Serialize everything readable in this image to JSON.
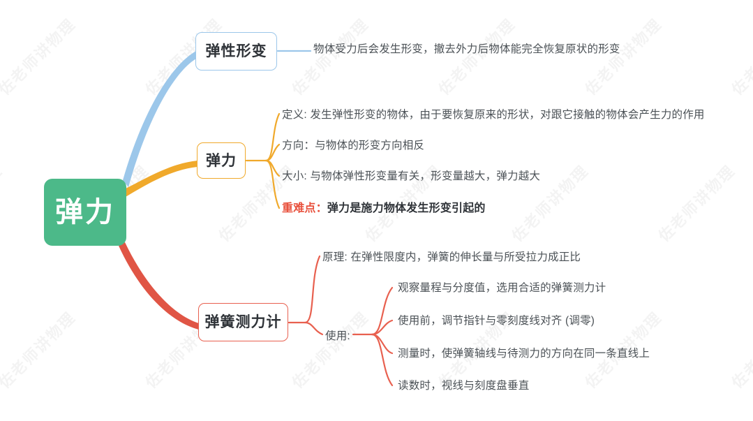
{
  "meta": {
    "watermark_text": "佐老师讲物理"
  },
  "colors": {
    "root_fill": "#4cb989",
    "root_text": "#ffffff",
    "branch_blue": "#9cc7ea",
    "branch_amber": "#f0a92b",
    "branch_red": "#e8604f",
    "leaf_text": "#4b5156",
    "highlight_red": "#e8503c",
    "background": "#ffffff"
  },
  "root": {
    "label": "弹力"
  },
  "branches": [
    {
      "id": "elastic-deformation",
      "label": "弹性形变",
      "color": "#9cc7ea",
      "leaves": [
        {
          "text": "物体受力后会发生形变，撤去外力后物体能完全恢复原状的形变"
        }
      ]
    },
    {
      "id": "elastic-force",
      "label": "弹力",
      "color": "#f0a92b",
      "leaves": [
        {
          "text": "定义: 发生弹性形变的物体，由于要恢复原来的形状，对跟它接触的物体会产生力的作用"
        },
        {
          "text": "方向：与物体的形变方向相反"
        },
        {
          "text": "大小: 与物体弹性形变量有关，形变量越大，弹力越大"
        },
        {
          "prefix": "重难点：",
          "text": "弹力是施力物体发生形变引起的",
          "emphasis": true
        }
      ]
    },
    {
      "id": "spring-dynamometer",
      "label": "弹簧测力计",
      "color": "#e8604f",
      "leaves": [
        {
          "text": "原理: 在弹性限度内，弹簧的伸长量与所受拉力成正比"
        },
        {
          "text": "使用:"
        }
      ],
      "usage_label": "使用:",
      "usage_items": [
        {
          "text": "观察量程与分度值，选用合适的弹簧测力计"
        },
        {
          "text": "使用前，调节指针与零刻度线对齐 (调零)"
        },
        {
          "text": "测量时，使弹簧轴线与待测力的方向在同一条直线上"
        },
        {
          "text": "读数时，视线与刻度盘垂直"
        }
      ]
    }
  ]
}
